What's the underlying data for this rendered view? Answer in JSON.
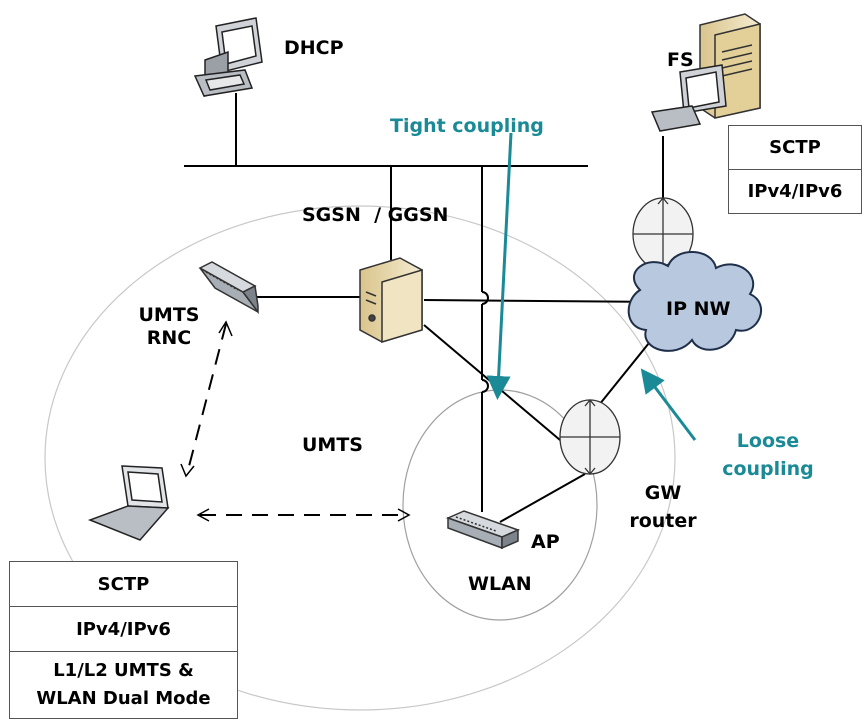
{
  "labels": {
    "dhcp": "DHCP",
    "fs": "FS",
    "tight_coupling": "Tight coupling",
    "sgsn_ggsn": "SGSN  / GGSN",
    "umts_rnc_1": "UMTS",
    "umts_rnc_2": "RNC",
    "ip_nw": "IP NW",
    "umts": "UMTS",
    "loose_coupling_1": "Loose",
    "loose_coupling_2": "coupling",
    "gw_router_1": "GW",
    "gw_router_2": "router",
    "ap": "AP",
    "wlan": "WLAN"
  },
  "server_stack": [
    "SCTP",
    "IPv4/IPv6"
  ],
  "terminal_stack": [
    "SCTP",
    "IPv4/IPv6",
    "L1/L2 UMTS &",
    "WLAN Dual Mode"
  ],
  "colors": {
    "accent": "#1a8a96",
    "cloud_fill": "#b8c9df",
    "cloud_stroke": "#1f2f4a"
  }
}
